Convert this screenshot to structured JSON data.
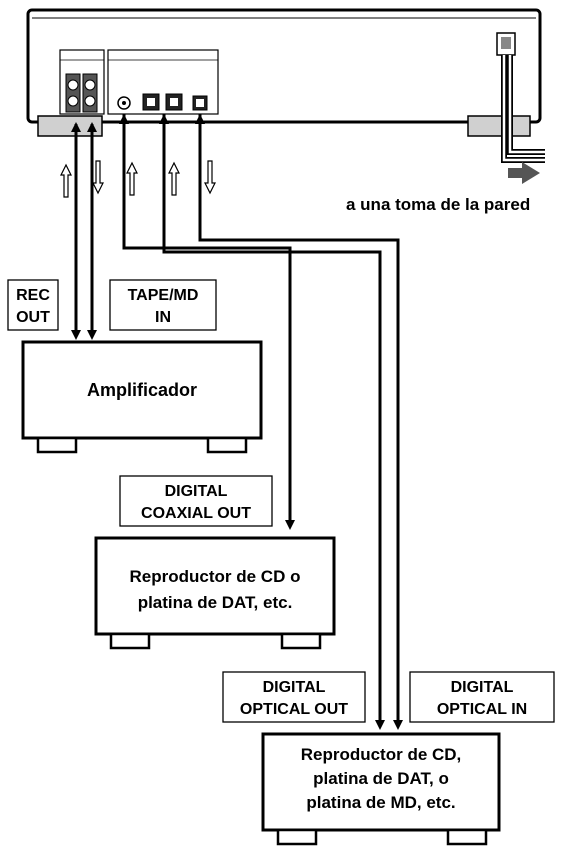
{
  "wall_outlet_label": "a una toma de la pared",
  "rec_out": {
    "line1": "REC",
    "line2": "OUT"
  },
  "tape_md_in": {
    "line1": "TAPE/MD",
    "line2": "IN"
  },
  "amplifier": {
    "label": "Amplificador"
  },
  "digital_coaxial_out": {
    "line1": "DIGITAL",
    "line2": "COAXIAL OUT"
  },
  "cd_player_dat": {
    "line1": "Reproductor de CD o",
    "line2": "platina de DAT, etc."
  },
  "digital_optical_out": {
    "line1": "DIGITAL",
    "line2": "OPTICAL OUT"
  },
  "digital_optical_in": {
    "line1": "DIGITAL",
    "line2": "OPTICAL IN"
  },
  "cd_dat_md_player": {
    "line1": "Reproductor de CD,",
    "line2": "platina de DAT, o",
    "line3": "platina de MD, etc."
  }
}
